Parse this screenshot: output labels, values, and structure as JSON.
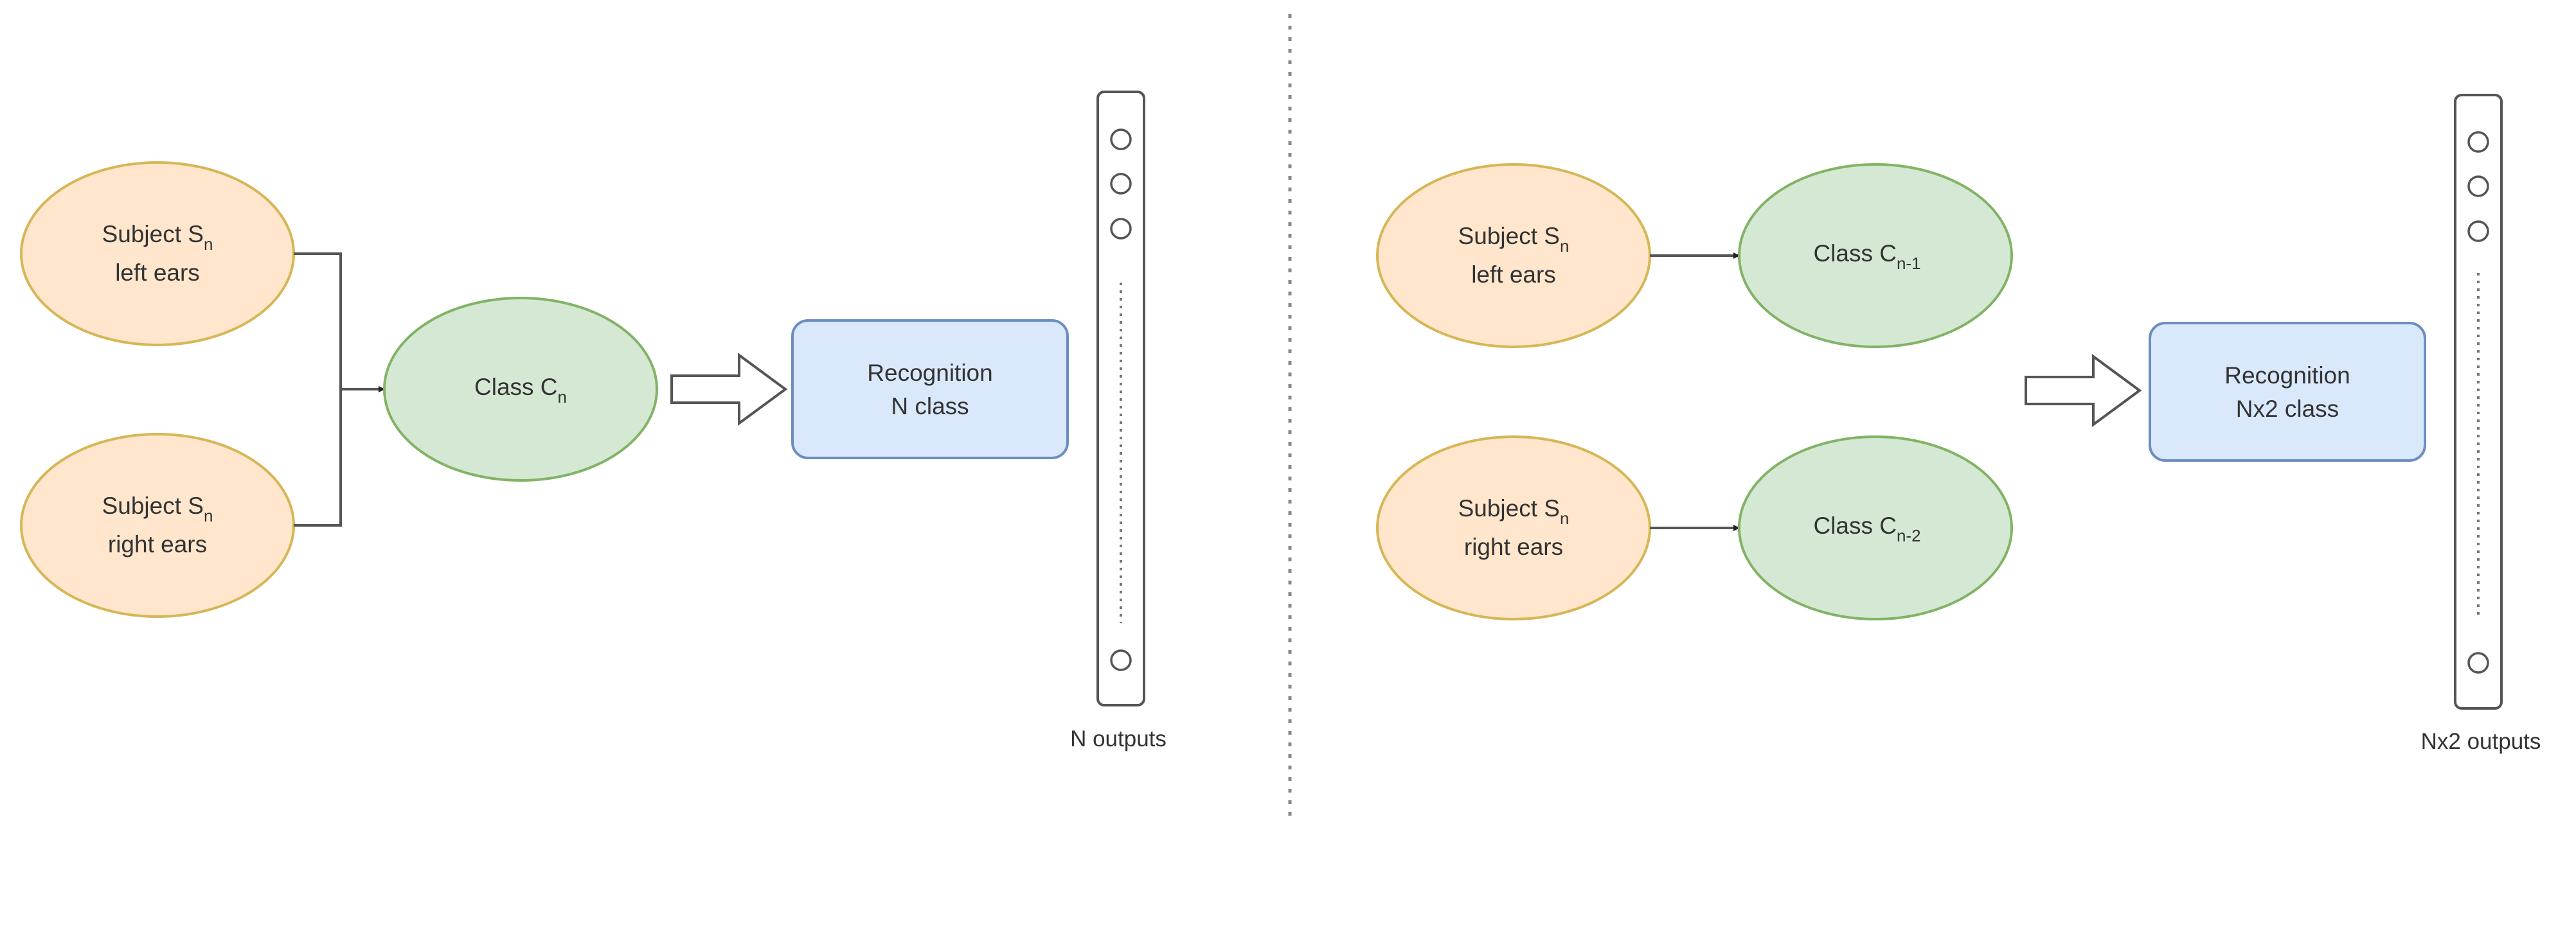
{
  "left": {
    "subject_left": {
      "line1": "Subject S",
      "sub": "n",
      "line2": "left ears"
    },
    "subject_right": {
      "line1": "Subject S",
      "sub": "n",
      "line2": "right ears"
    },
    "class": {
      "line1": "Class C",
      "sub": "n"
    },
    "recognition": {
      "line1": "Recognition",
      "line2": "N class"
    },
    "outputs_label": "N outputs"
  },
  "right": {
    "subject_left": {
      "line1": "Subject S",
      "sub": "n",
      "line2": "left ears"
    },
    "subject_right": {
      "line1": "Subject S",
      "sub": "n",
      "line2": "right ears"
    },
    "class_1": {
      "line1": "Class C",
      "sub": "n-1"
    },
    "class_2": {
      "line1": "Class C",
      "sub": "n-2"
    },
    "recognition": {
      "line1": "Recognition",
      "line2": "Nx2 class"
    },
    "outputs_label": "Nx2 outputs"
  },
  "colors": {
    "subject_fill": "#ffe6cc",
    "subject_stroke": "#d6b656",
    "class_fill": "#d5e8d4",
    "class_stroke": "#82b366",
    "recognition_fill": "#dae8fc",
    "recognition_stroke": "#6c8ebf",
    "line": "#555555"
  }
}
